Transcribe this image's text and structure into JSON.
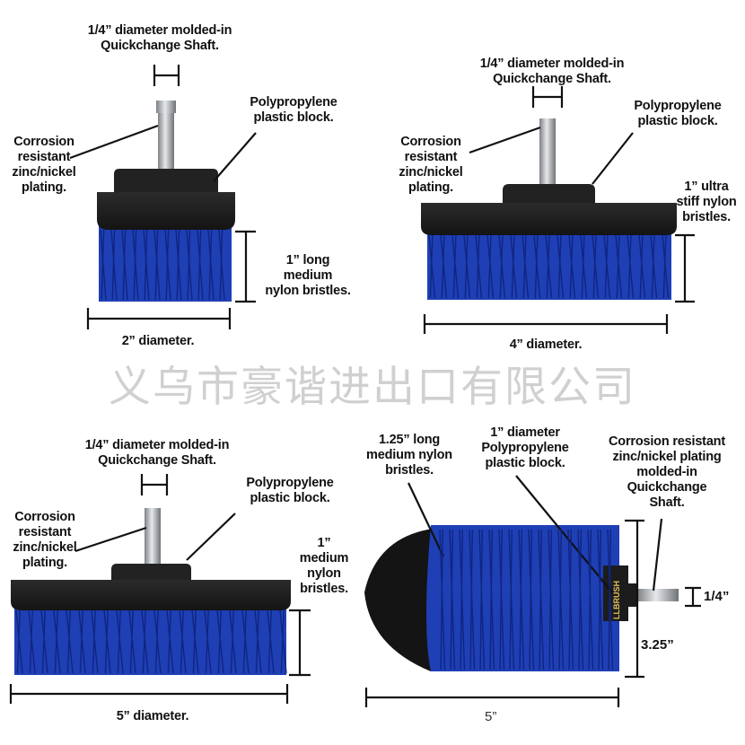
{
  "watermark": "义乌市豪谐进出口有限公司",
  "brush_2in": {
    "shaft_label": "1/4” diameter molded-in\nQuickchange Shaft.",
    "block_label": "Polypropylene\nplastic block.",
    "plating_label": "Corrosion\nresistant\nzinc/nickel\nplating.",
    "bristle_label": "1” long\nmedium\nnylon bristles.",
    "diameter_label": "2” diameter."
  },
  "brush_4in": {
    "shaft_label": "1/4” diameter molded-in\nQuickchange Shaft.",
    "block_label": "Polypropylene\nplastic block.",
    "plating_label": "Corrosion\nresistant\nzinc/nickel\nplating.",
    "bristle_label": "1” ultra\nstiff nylon\nbristles.",
    "diameter_label": "4” diameter."
  },
  "brush_5in": {
    "shaft_label": "1/4” diameter molded-in\nQuickchange Shaft.",
    "block_label": "Polypropylene\nplastic block.",
    "plating_label": "Corrosion\nresistant\nzinc/nickel\nplating.",
    "bristle_label": "1”\nmedium\nnylon\nbristles.",
    "diameter_label": "5” diameter."
  },
  "brush_cylinder": {
    "bristle_label": "1.25” long\nmedium nylon\nbristles.",
    "block_label": "1” diameter\nPolypropylene\nplastic block.",
    "plating_label": "Corrosion resistant\nzinc/nickel plating\nmolded-in\nQuickchange\nShaft.",
    "shaft_dim": "1/4”",
    "height_dim": "3.25”",
    "length_dim": "5”",
    "brand_text": "LLBRUSH"
  },
  "colors": {
    "bristle_blue": "#1f3fb5",
    "bristle_dark": "#0f2580",
    "block_black": "#1c1c1c",
    "shaft_silver": "#b9bcc0"
  }
}
